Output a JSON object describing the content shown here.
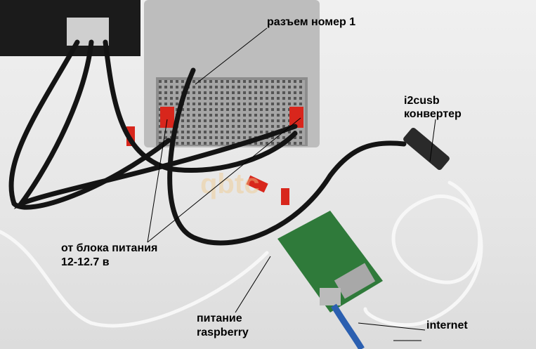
{
  "labels": {
    "connector": "разъем номер 1",
    "converter_line1": "i2cusb",
    "converter_line2": "конвертер",
    "psu_line1": "от блока питания",
    "psu_line2": "12-12.7 в",
    "pi_power_line1": "питание",
    "pi_power_line2": "raspberry",
    "internet": "internet"
  },
  "colors": {
    "miner_body": "#bdbdbd",
    "connector_red": "#d8261c",
    "pcb_green": "#2f7a3a",
    "cable_black": "#141414",
    "cable_white": "#f7f7f7",
    "ethernet_blue": "#2b5fb0"
  }
}
